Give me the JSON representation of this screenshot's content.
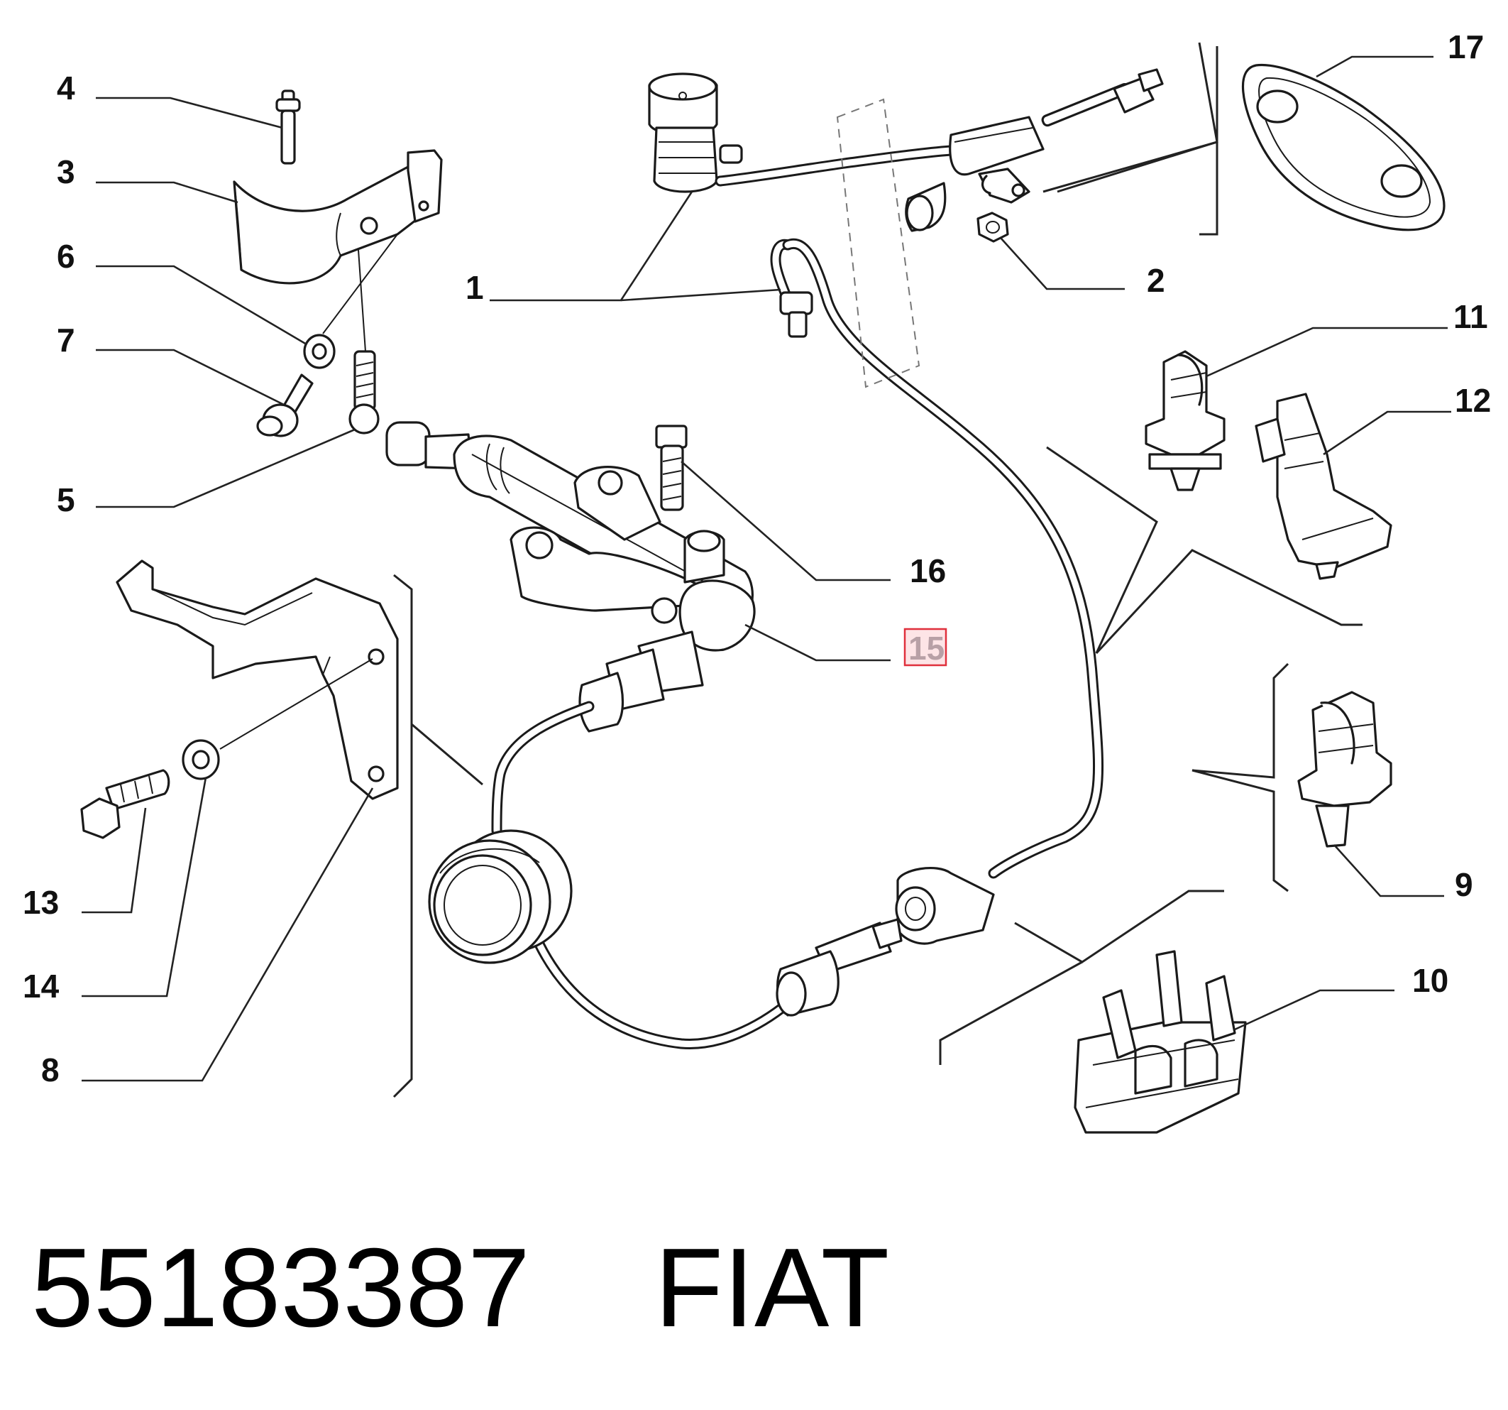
{
  "diagram": {
    "callouts": [
      {
        "id": "4",
        "text": "4"
      },
      {
        "id": "3",
        "text": "3"
      },
      {
        "id": "6",
        "text": "6"
      },
      {
        "id": "7",
        "text": "7"
      },
      {
        "id": "5",
        "text": "5"
      },
      {
        "id": "1",
        "text": "1"
      },
      {
        "id": "2",
        "text": "2"
      },
      {
        "id": "17",
        "text": "17"
      },
      {
        "id": "11",
        "text": "11"
      },
      {
        "id": "12",
        "text": "12"
      },
      {
        "id": "16",
        "text": "16"
      },
      {
        "id": "15",
        "text": "15",
        "highlighted": true
      },
      {
        "id": "9",
        "text": "9"
      },
      {
        "id": "10",
        "text": "10"
      },
      {
        "id": "13",
        "text": "13"
      },
      {
        "id": "14",
        "text": "14"
      },
      {
        "id": "8",
        "text": "8"
      }
    ],
    "highlight_color": "#e0303c"
  },
  "footer": {
    "part_number": "55183387",
    "brand": "FIAT"
  }
}
